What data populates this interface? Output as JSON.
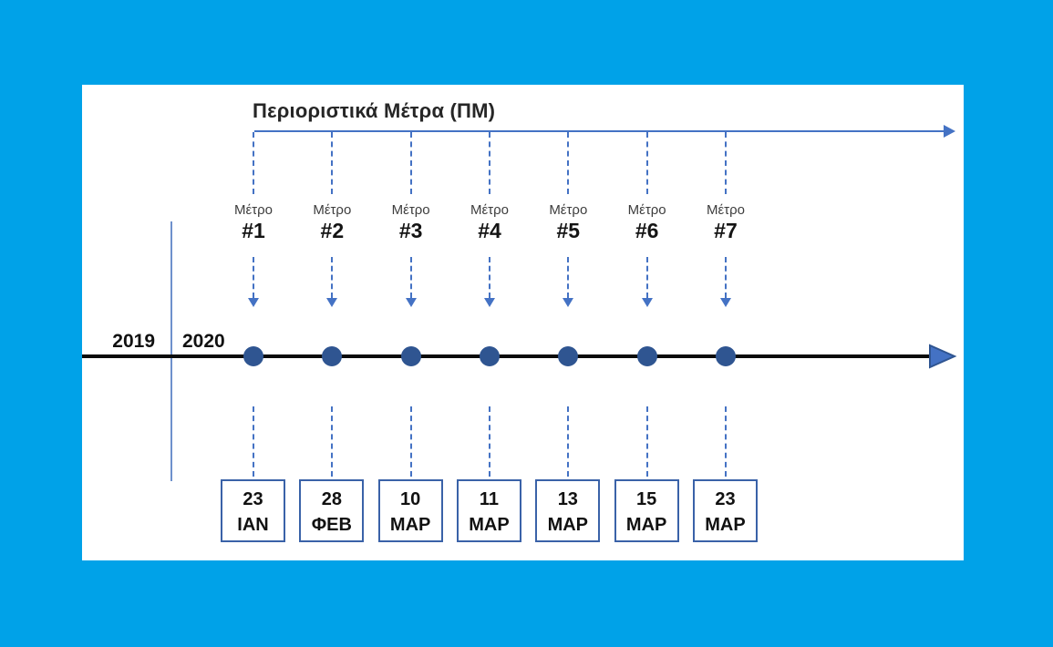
{
  "slide": {
    "title": "Περιοριστικά Μέτρα (ΠΜ)",
    "year_left": "2019",
    "year_right": "2020"
  },
  "colors": {
    "background": "#00A2E8",
    "panel": "#FFFFFF",
    "accent_blue": "#4472C4",
    "dot_blue": "#2F5591",
    "timeline_black": "#0B0B0B"
  },
  "measures": [
    {
      "label": "Μέτρο",
      "number": "#1",
      "date_day": "23",
      "date_month": "ΙΑΝ"
    },
    {
      "label": "Μέτρο",
      "number": "#2",
      "date_day": "28",
      "date_month": "ΦΕΒ"
    },
    {
      "label": "Μέτρο",
      "number": "#3",
      "date_day": "10",
      "date_month": "ΜΑΡ"
    },
    {
      "label": "Μέτρο",
      "number": "#4",
      "date_day": "11",
      "date_month": "ΜΑΡ"
    },
    {
      "label": "Μέτρο",
      "number": "#5",
      "date_day": "13",
      "date_month": "ΜΑΡ"
    },
    {
      "label": "Μέτρο",
      "number": "#6",
      "date_day": "15",
      "date_month": "ΜΑΡ"
    },
    {
      "label": "Μέτρο",
      "number": "#7",
      "date_day": "23",
      "date_month": "ΜΑΡ"
    }
  ]
}
